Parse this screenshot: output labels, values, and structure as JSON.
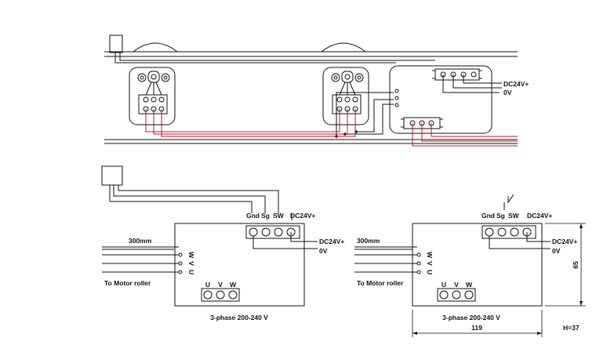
{
  "top_assembly": {
    "labels": {
      "dc24v": "DC24V+",
      "zero_v": "0V"
    }
  },
  "left_driver": {
    "terminal_labels": {
      "gnd": "Gnd",
      "sg": "Sg",
      "sw": "SW",
      "dc24v": "DC24V+"
    },
    "power_labels": {
      "dc24v": "DC24V+",
      "zero_v": "0V"
    },
    "cable_length": "300mm",
    "motor_label": "To Motor roller",
    "phase_letters": [
      "W",
      "V",
      "U"
    ],
    "phase_terminals": [
      "U",
      "V",
      "W"
    ],
    "supply_label": "3-phase 200-240 V"
  },
  "right_driver": {
    "terminal_labels": {
      "gnd": "Gnd",
      "sg": "Sg",
      "sw": "SW",
      "dc24v": "DC24V+"
    },
    "power_labels": {
      "dc24v": "DC24V+",
      "zero_v": "0V"
    },
    "cable_length": "300mm",
    "motor_label": "To Motor roller",
    "phase_letters": [
      "W",
      "V",
      "U"
    ],
    "phase_terminals": [
      "U",
      "V",
      "W"
    ],
    "supply_label": "3-phase 200-240 V"
  },
  "dimensions": {
    "width": "119",
    "height": "65",
    "depth": "H=37"
  },
  "colors": {
    "line": "#111111",
    "wire_red": "#c8102e"
  }
}
